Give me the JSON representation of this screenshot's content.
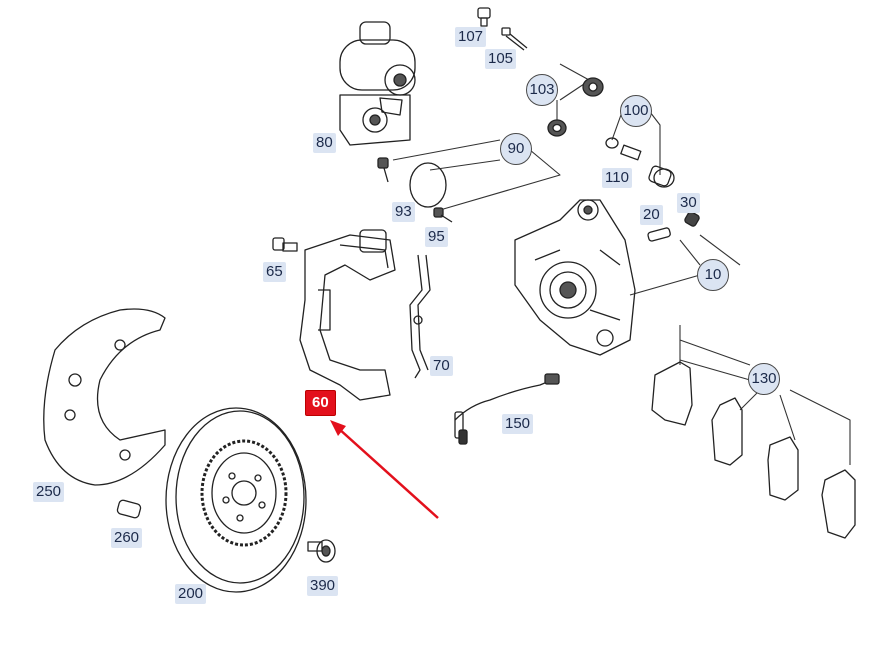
{
  "parts": {
    "p107": "107",
    "p105": "105",
    "p103": "103",
    "p100": "100",
    "p80": "80",
    "p90": "90",
    "p110": "110",
    "p93": "93",
    "p95": "95",
    "p20": "20",
    "p30": "30",
    "p65": "65",
    "p10": "10",
    "p70": "70",
    "p60": "60",
    "p130": "130",
    "p150": "150",
    "p250": "250",
    "p260": "260",
    "p200": "200",
    "p390": "390"
  },
  "highlight": {
    "part": "60",
    "color": "#e3101c"
  },
  "colors": {
    "label_bg": "#dbe4f2",
    "line": "#333333",
    "arrow": "#e3101c"
  }
}
